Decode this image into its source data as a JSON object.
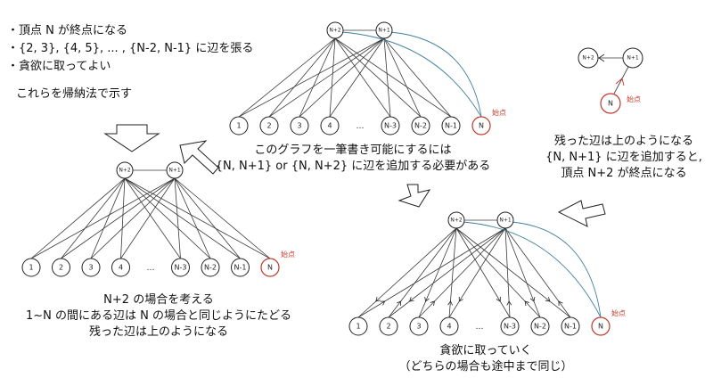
{
  "intro": {
    "bullets": [
      "・頂点 N が終点になる",
      "・{2, 3}, {4, 5}, ... , {N-2, N-1} に辺を張る",
      "・貪欲に取ってよい"
    ],
    "induction": "これらを帰納法で示す"
  },
  "node_labels": {
    "top_left": "N+2",
    "top_right": "N+1",
    "bottom": [
      "1",
      "2",
      "3",
      "4",
      "N-3",
      "N-2",
      "N-1",
      "N"
    ],
    "ellipsis": "…",
    "start_mark": "始点"
  },
  "captions": {
    "left": [
      "N+2 の場合を考える",
      "1~N の間にある辺は N の場合と同じようにたどる",
      "残った辺は上のようになる"
    ],
    "middle": [
      "このグラフを一筆書き可能にするには",
      "{N, N+1} or {N, N+2} に辺を追加する必要がある"
    ],
    "right": [
      "残った辺は上のようになる",
      "{N, N+1} に辺を追加すると,",
      "頂点 N+2 が終点になる"
    ],
    "bottom": [
      "貪欲に取っていく",
      "（どちらの場合も途中まで同じ）"
    ]
  },
  "colors": {
    "start_node": "#c0392b",
    "blue_edges": "#3d7f9e"
  }
}
